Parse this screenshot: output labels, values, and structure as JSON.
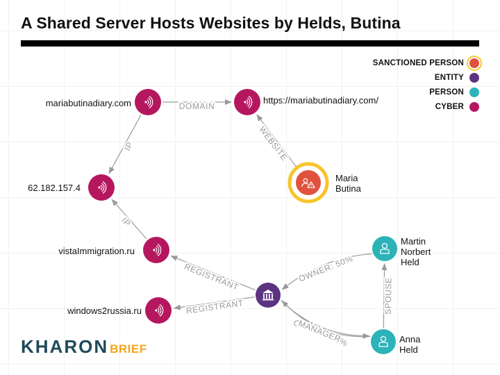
{
  "title": "A Shared Server Hosts Websites by Helds, Butina",
  "colors": {
    "sanctioned": "#e0523e",
    "entity": "#5c3380",
    "person": "#2bb3b8",
    "cyber": "#b5175f",
    "halo": "#f7c52b",
    "edge": "#9a9a9a",
    "edge_label": "#9a9a9a"
  },
  "legend": [
    {
      "label": "SANCTIONED PERSON",
      "kind": "sanctioned"
    },
    {
      "label": "ENTITY",
      "kind": "entity"
    },
    {
      "label": "PERSON",
      "kind": "person"
    },
    {
      "label": "CYBER",
      "kind": "cyber"
    }
  ],
  "nodes": [
    {
      "id": "n_domain",
      "kind": "cyber",
      "icon": "wifi-signal-icon",
      "label": "mariabutinadiary.com"
    },
    {
      "id": "n_url",
      "kind": "cyber",
      "icon": "wifi-signal-icon",
      "label": "https://mariabutinadiary.com/"
    },
    {
      "id": "n_ip",
      "kind": "cyber",
      "icon": "wifi-signal-icon",
      "label": "62.182.157.4"
    },
    {
      "id": "n_vista",
      "kind": "cyber",
      "icon": "wifi-signal-icon",
      "label": "vistaImmigration.ru"
    },
    {
      "id": "n_win",
      "kind": "cyber",
      "icon": "wifi-signal-icon",
      "label": "windows2russia.ru"
    },
    {
      "id": "n_butina",
      "kind": "sanctioned",
      "icon": "warning-person-icon",
      "label": "Maria\nButina"
    },
    {
      "id": "n_entity",
      "kind": "entity",
      "icon": "bank-icon",
      "label": ""
    },
    {
      "id": "n_martin",
      "kind": "person",
      "icon": "person-icon",
      "label": "Martin\nNorbert\nHeld"
    },
    {
      "id": "n_anna",
      "kind": "person",
      "icon": "person-icon",
      "label": "Anna\nHeld"
    }
  ],
  "edges": [
    {
      "from": "n_domain",
      "to": "n_url",
      "label": "DOMAIN"
    },
    {
      "from": "n_butina",
      "to": "n_url",
      "label": "WEBSITE"
    },
    {
      "from": "n_domain",
      "to": "n_ip",
      "label": "IP"
    },
    {
      "from": "n_vista",
      "to": "n_ip",
      "label": "IP"
    },
    {
      "from": "n_entity",
      "to": "n_vista",
      "label": "REGISTRANT"
    },
    {
      "from": "n_entity",
      "to": "n_win",
      "label": "REGISTRANT"
    },
    {
      "from": "n_martin",
      "to": "n_entity",
      "label": "OWNER: 50%"
    },
    {
      "from": "n_anna",
      "to": "n_entity",
      "label": "OWNER: 50%"
    },
    {
      "from": "n_entity",
      "to": "n_anna",
      "label": "MANAGER"
    },
    {
      "from": "n_anna",
      "to": "n_martin",
      "label": "SPOUSE"
    }
  ],
  "brand": {
    "name": "KHARON",
    "product": "BRIEF"
  }
}
